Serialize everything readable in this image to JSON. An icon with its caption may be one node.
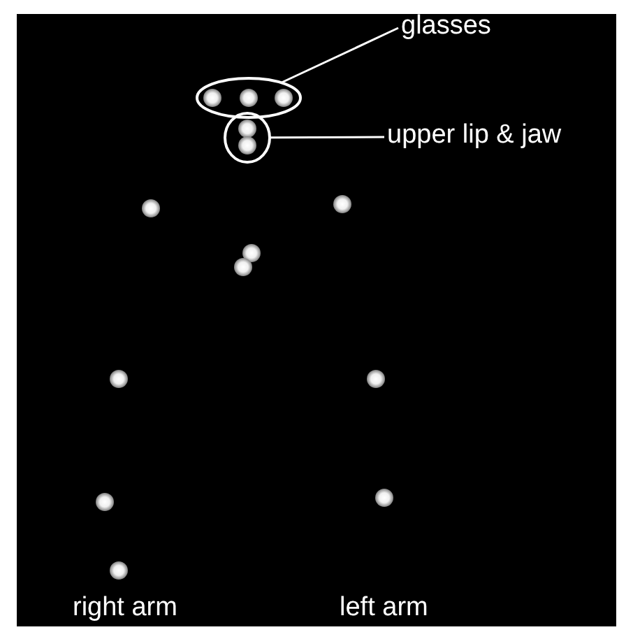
{
  "diagram": {
    "nodes": [
      {
        "text": [
          "glasses"
        ]
      },
      {
        "text": [],
        "shape": "ellipse"
      },
      {
        "text": [
          "upper lip & jaw"
        ]
      },
      {
        "text": [],
        "shape": "ellipse"
      }
    ],
    "edges": [
      {
        "from": 0,
        "to": 1,
        "arrow": "none"
      },
      {
        "from": 2,
        "to": 3,
        "arrow": "none"
      }
    ],
    "labels": [
      "right arm",
      "left arm"
    ]
  }
}
